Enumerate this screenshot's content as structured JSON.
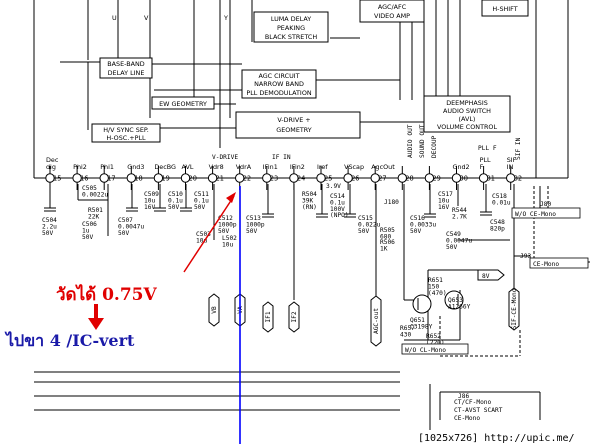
{
  "blocks": {
    "luma": [
      "LUMA DELAY",
      "PEAKING",
      "BLACK STRETCH"
    ],
    "agc_video": [
      "AGC/AFC",
      "VIDEO AMP"
    ],
    "hshift": "H-SHIFT",
    "baseband": [
      "BASE-BAND",
      "DELAY LINE"
    ],
    "agc_circuit": [
      "AGC CIRCUIT",
      "NARROW BAND",
      "PLL DEMODULATION"
    ],
    "ew_geometry": "EW GEOMETRY",
    "vdrive": [
      "V-DRIVE +",
      "GEOMETRY"
    ],
    "hv_sync": [
      "H/V SYNC SEP.",
      "H-OSC.+PLL"
    ],
    "deemphasis": [
      "DEEMPHASIS",
      "AUDIO SWITCH",
      "(AVL)",
      "VOLUME CONTROL"
    ]
  },
  "top_signals": [
    "U",
    "V",
    "Y"
  ],
  "small_labels": [
    "V-DRIVE",
    "IF IN",
    "AUDIO OUT",
    "SOUND OUT",
    "DECOUP",
    "PLL F",
    "SIF IN"
  ],
  "pins": [
    {
      "num": "15",
      "name": "Dec dig"
    },
    {
      "num": "16",
      "name": "Phi2"
    },
    {
      "num": "17",
      "name": "Phi1"
    },
    {
      "num": "18",
      "name": "Gnd3"
    },
    {
      "num": "19",
      "name": "DecBG"
    },
    {
      "num": "20",
      "name": "AVL"
    },
    {
      "num": "21",
      "name": "Vdr8"
    },
    {
      "num": "22",
      "name": "VdrA"
    },
    {
      "num": "23",
      "name": "IFin1"
    },
    {
      "num": "24",
      "name": "IFin2"
    },
    {
      "num": "25",
      "name": "Iref"
    },
    {
      "num": "26",
      "name": "VScap"
    },
    {
      "num": "27",
      "name": "AgcOut"
    },
    {
      "num": "28",
      "name": ""
    },
    {
      "num": "29",
      "name": ""
    },
    {
      "num": "30",
      "name": "Gnd2"
    },
    {
      "num": "31",
      "name": "PLL F"
    },
    {
      "num": "32",
      "name": "SIF IN"
    }
  ],
  "components": [
    {
      "id": "c504",
      "lines": [
        "C504",
        "2.2u",
        "50V"
      ]
    },
    {
      "id": "c505",
      "lines": [
        "C505",
        "0.0022u"
      ]
    },
    {
      "id": "r501",
      "lines": [
        "R501",
        "22K"
      ]
    },
    {
      "id": "c506",
      "lines": [
        "C506",
        "1u",
        "50V"
      ]
    },
    {
      "id": "c507",
      "lines": [
        "C507",
        "0.0047u",
        "50V"
      ]
    },
    {
      "id": "c509",
      "lines": [
        "C509",
        "10u",
        "16V"
      ]
    },
    {
      "id": "c510",
      "lines": [
        "C510",
        "0.1u",
        "50V"
      ]
    },
    {
      "id": "c511",
      "lines": [
        "C511",
        "0.1u",
        "50V"
      ]
    },
    {
      "id": "c503",
      "lines": [
        "C503",
        "10u"
      ]
    },
    {
      "id": "c512",
      "lines": [
        "C512",
        "1000p",
        "50V"
      ]
    },
    {
      "id": "l502",
      "lines": [
        "L502",
        "10u"
      ]
    },
    {
      "id": "c513",
      "lines": [
        "C513",
        "1000p",
        "50V"
      ]
    },
    {
      "id": "r504",
      "lines": [
        "R504",
        "39K",
        "(RN)"
      ]
    },
    {
      "id": "v39",
      "lines": [
        "3.9V"
      ]
    },
    {
      "id": "c514",
      "lines": [
        "C514",
        "0.1u",
        "100V",
        "(NPO)"
      ]
    },
    {
      "id": "c515",
      "lines": [
        "C515",
        "0.022u",
        "50V"
      ]
    },
    {
      "id": "j180",
      "lines": [
        "J180"
      ]
    },
    {
      "id": "r505",
      "lines": [
        "R505",
        "680"
      ]
    },
    {
      "id": "c516",
      "lines": [
        "C516",
        "0.0033u",
        "50V"
      ]
    },
    {
      "id": "c517",
      "lines": [
        "C517",
        "10u",
        "16V"
      ]
    },
    {
      "id": "r544",
      "lines": [
        "R544",
        "2.7K"
      ]
    },
    {
      "id": "c518",
      "lines": [
        "C518",
        "0.01u"
      ]
    },
    {
      "id": "c548",
      "lines": [
        "C548",
        "820p"
      ]
    },
    {
      "id": "c549",
      "lines": [
        "C549",
        "0.0047u",
        "50V"
      ]
    },
    {
      "id": "r506",
      "lines": [
        "R506",
        "1K"
      ]
    },
    {
      "id": "r651",
      "lines": [
        "R651",
        "150",
        "(470)"
      ]
    },
    {
      "id": "q651",
      "lines": [
        "Q651",
        "C3198Y"
      ]
    },
    {
      "id": "q653",
      "lines": [
        "Q653",
        "A1266Y"
      ]
    },
    {
      "id": "r657",
      "lines": [
        "R657",
        "430"
      ]
    },
    {
      "id": "r652",
      "lines": [
        "R652",
        "(220)"
      ]
    },
    {
      "id": "j80",
      "lines": [
        "J80"
      ]
    },
    {
      "id": "j93",
      "lines": [
        "J93"
      ]
    },
    {
      "id": "j86",
      "lines": [
        "J86"
      ]
    }
  ],
  "net_labels": [
    "VB",
    "VA",
    "IF1",
    "IF2",
    "AGC-out",
    "SIF-CE-Mono",
    "8V",
    "W/O CE-Mono",
    "CE-Mono",
    "W/O CL-Mono"
  ],
  "legend_lines": [
    "CT/CF-Mono",
    "CT-AVST SCART",
    "CE-Mono"
  ],
  "annotations": {
    "measured": "วัดได้ 0.75V",
    "goto": "ไปขา 4 /IC-vert"
  },
  "footer": "[1025x726] http://upic.me/",
  "colors": {
    "red": "#e00000",
    "blue": "#1a1aa8",
    "trace_blue": "#0000ff",
    "ink": "#000000"
  }
}
